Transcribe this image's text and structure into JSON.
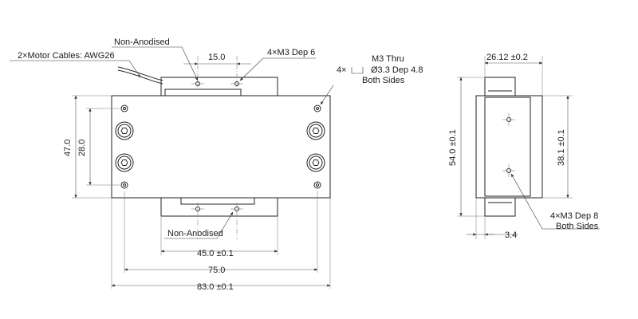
{
  "labels": {
    "non_anodised_top": "Non-Anodised",
    "motor_cables": "2×Motor Cables: AWG26",
    "dim_15": "15.0",
    "m3_dep6": "4×M3 Dep 6",
    "m3_thru": "M3 Thru",
    "thru_count": "4×",
    "thru_cbore": "Ø3.3 Dep 4.8",
    "both_sides_top": "Both Sides",
    "dim_47": "47.0",
    "dim_28": "28.0",
    "non_anodised_bottom": "Non-Anodised",
    "dim_45": "45.0 ±0.1",
    "dim_75": "75.0",
    "dim_83": "83.0 ±0.1",
    "dim_26_12": "26.12 ±0.2",
    "dim_54": "54.0 ±0.1",
    "dim_38_1": "38.1 ±0.1",
    "dim_3_4": "3.4",
    "m3_dep8": "4×M3 Dep 8",
    "both_sides_right": "Both Sides"
  }
}
